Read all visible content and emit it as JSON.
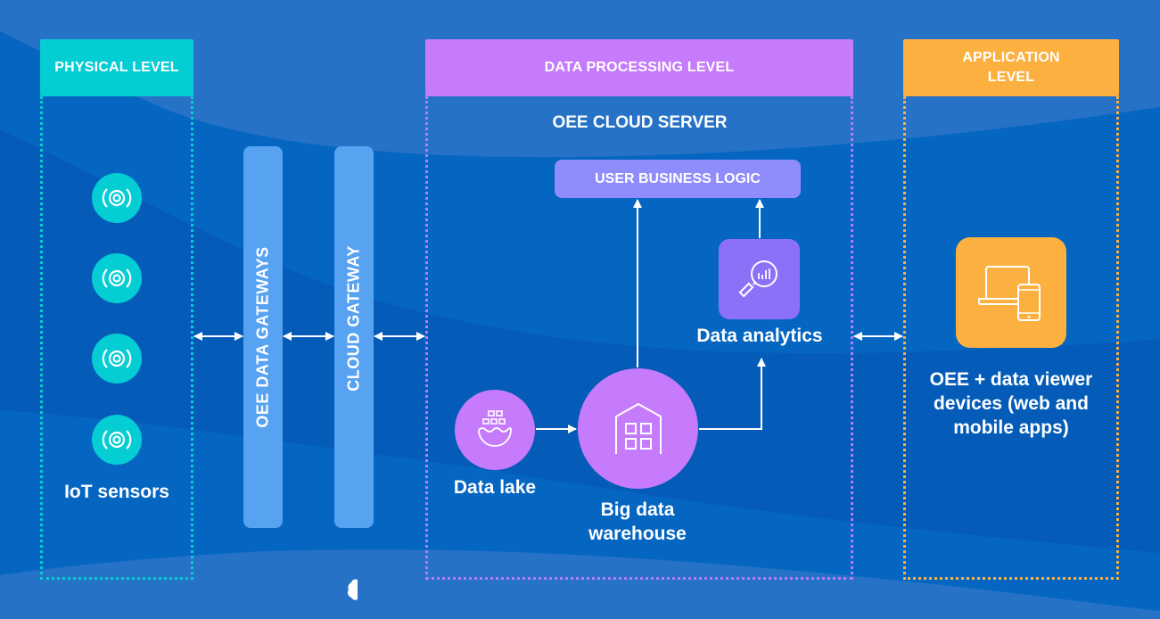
{
  "diagram": {
    "levels": {
      "physical": {
        "title": "PHYSICAL LEVEL",
        "color": "#05cdd4"
      },
      "processing": {
        "title": "DATA PROCESSING LEVEL",
        "color": "#c57bfb"
      },
      "application": {
        "title_line1": "APPLICATION",
        "title_line2": "LEVEL",
        "color": "#fbb040"
      }
    },
    "physical": {
      "sensor_icon": "broadcast-signal-icon",
      "sensor_count": 4,
      "caption": "IoT sensors"
    },
    "gateways": [
      {
        "label": "OEE DATA GATEWAYS",
        "color": "#58a2f2"
      },
      {
        "label": "CLOUD GATEWAY",
        "icon": "cloud-icon",
        "color": "#58a2f2"
      }
    ],
    "processing": {
      "server_title": "OEE CLOUD SERVER",
      "business_logic": {
        "label": "USER BUSINESS LOGIC",
        "color": "#8f8cfb"
      },
      "data_analytics": {
        "label": "Data analytics",
        "icon": "magnifier-chart-icon",
        "color": "#8c70f7"
      },
      "data_lake": {
        "label": "Data lake",
        "icon": "container-ship-icon"
      },
      "warehouse": {
        "label_line1": "Big data",
        "label_line2": "warehouse",
        "icon": "warehouse-icon"
      }
    },
    "application": {
      "device_icon": "laptop-phone-icon",
      "caption_line1": "OEE + data viewer",
      "caption_line2": "devices (web and",
      "caption_line3": "mobile apps)"
    },
    "flows": [
      {
        "from": "IoT sensors",
        "to": "OEE DATA GATEWAYS",
        "direction": "bidirectional"
      },
      {
        "from": "OEE DATA GATEWAYS",
        "to": "CLOUD GATEWAY",
        "direction": "bidirectional"
      },
      {
        "from": "CLOUD GATEWAY",
        "to": "OEE CLOUD SERVER",
        "direction": "bidirectional"
      },
      {
        "from": "Data lake",
        "to": "Big data warehouse",
        "direction": "forward"
      },
      {
        "from": "Big data warehouse",
        "to": "USER BUSINESS LOGIC",
        "direction": "forward"
      },
      {
        "from": "Big data warehouse",
        "to": "Data analytics",
        "direction": "forward"
      },
      {
        "from": "Data analytics",
        "to": "USER BUSINESS LOGIC",
        "direction": "forward"
      },
      {
        "from": "OEE CLOUD SERVER",
        "to": "Application level",
        "direction": "bidirectional"
      }
    ]
  }
}
